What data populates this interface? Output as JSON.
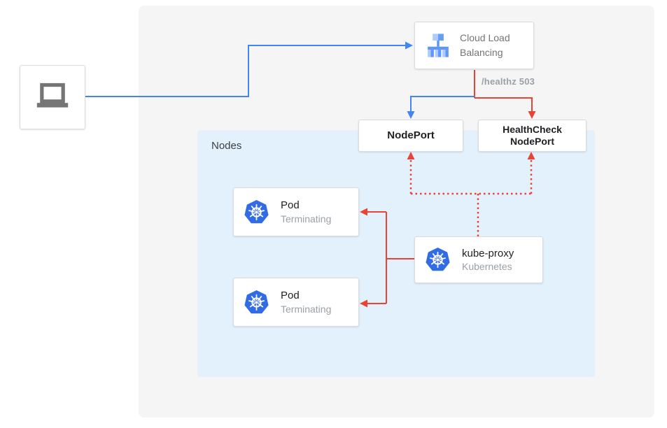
{
  "diagram": {
    "nodes_group": {
      "label": "Nodes"
    },
    "client": {
      "icon": "laptop-icon"
    },
    "cloud_load_balancing": {
      "label": "Cloud Load Balancing",
      "icon": "load-balancer-icon"
    },
    "healthz_label": "/healthz 503",
    "nodeport": {
      "label": "NodePort"
    },
    "healthcheck_nodeport": {
      "label": "HealthCheck NodePort"
    },
    "pods": [
      {
        "title": "Pod",
        "status": "Terminating",
        "icon": "kubernetes-helm-icon"
      },
      {
        "title": "Pod",
        "status": "Terminating",
        "icon": "kubernetes-helm-icon"
      }
    ],
    "kube_proxy": {
      "title": "kube-proxy",
      "subtitle": "Kubernetes",
      "icon": "kubernetes-helm-icon"
    },
    "colors": {
      "flow_blue": "#4285F4",
      "flow_red": "#EA4335",
      "nodes_bg": "#E3F1FC",
      "panel_bg": "#F5F5F5",
      "kubernetes_blue": "#326CE5",
      "muted_text": "#9AA0A6"
    }
  }
}
